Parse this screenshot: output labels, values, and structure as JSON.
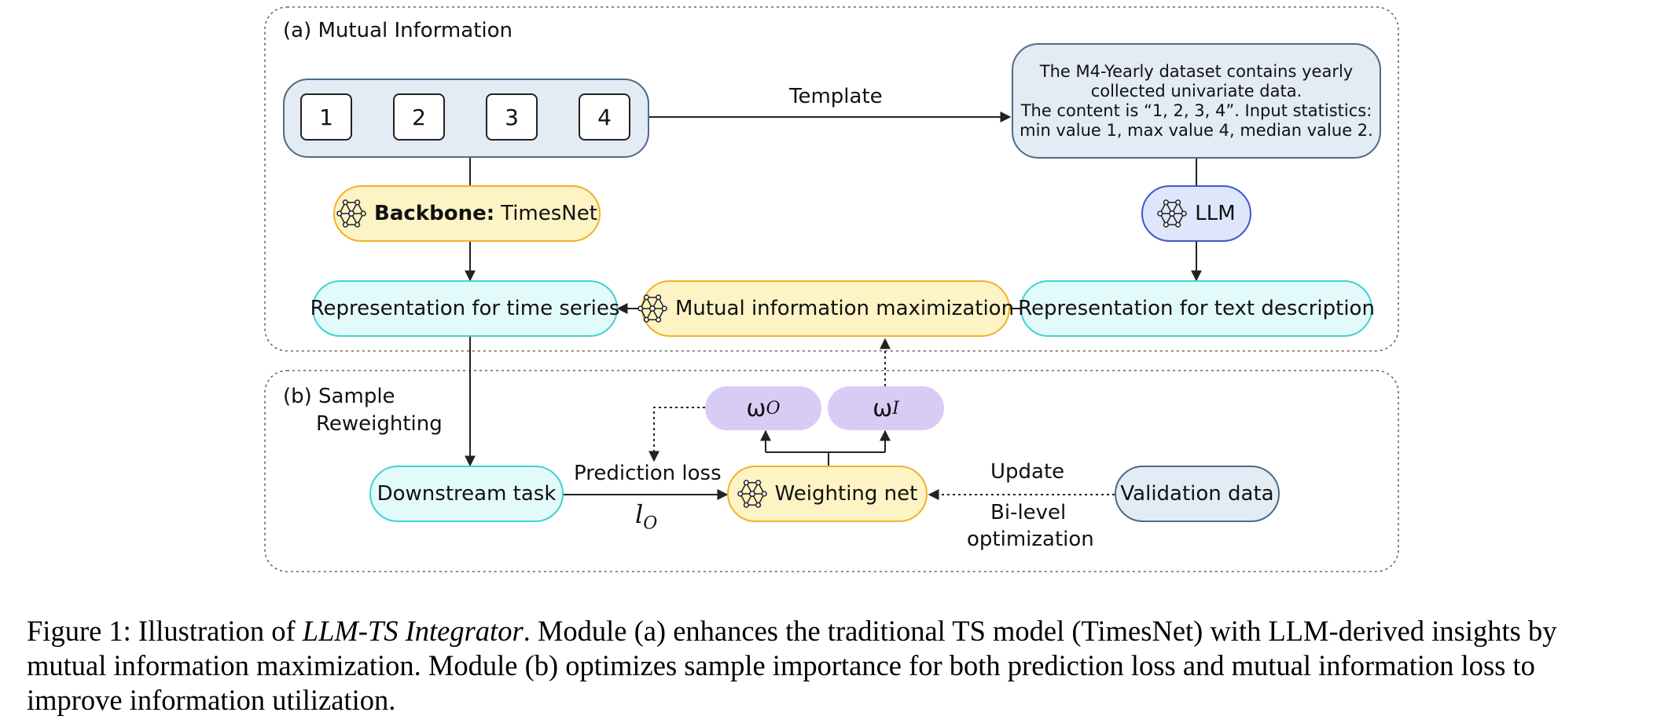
{
  "diagram": {
    "module_a": {
      "title": "(a) Mutual Information",
      "sequence": [
        "1",
        "2",
        "3",
        "4"
      ],
      "template_label": "Template",
      "text_description_lines": [
        "The M4-Yearly dataset contains yearly",
        "collected univariate data.",
        "The content is “1, 2, 3, 4”. Input statistics:",
        "min value 1, max value 4, median value 2."
      ],
      "backbone_bold": "Backbone:",
      "backbone_name": "TimesNet",
      "llm_label": "LLM",
      "repr_time_series": "Representation for time series",
      "mi_maximization": "Mutual information maximization",
      "repr_text_description": "Representation for text description"
    },
    "module_b": {
      "title_line1": "(b) Sample",
      "title_line2": "Reweighting",
      "omega_o": "ω",
      "omega_o_sub": "O",
      "omega_i": "ω",
      "omega_i_sub": "I",
      "downstream_task": "Downstream task",
      "prediction_loss": "Prediction loss",
      "loss_symbol": "l",
      "loss_sub": "O",
      "weighting_net": "Weighting net",
      "update_label": "Update",
      "bilevel_line1": "Bi-level",
      "bilevel_line2": "optimization",
      "validation_data": "Validation data"
    },
    "colors": {
      "yellow_fill": "#fdf3c4",
      "yellow_border": "#f1b12b",
      "cyan_fill": "#e3fafa",
      "cyan_border": "#3fd3d1",
      "blue_fill": "#e3ebf5",
      "blue_border": "#4f6a86",
      "lilac_fill": "#d9ccf4",
      "llm_fill": "#dde6fb",
      "llm_border": "#3f57c9"
    },
    "icons": {
      "network": "neural-network-icon"
    }
  },
  "caption": {
    "prefix": "Figure 1: Illustration of ",
    "name": "LLM-TS Integrator",
    "text": ". Module (a) enhances the traditional TS model (TimesNet) with LLM-derived insights by mutual information maximization. Module (b) optimizes sample importance for both prediction loss and mutual information loss to improve information utilization."
  }
}
